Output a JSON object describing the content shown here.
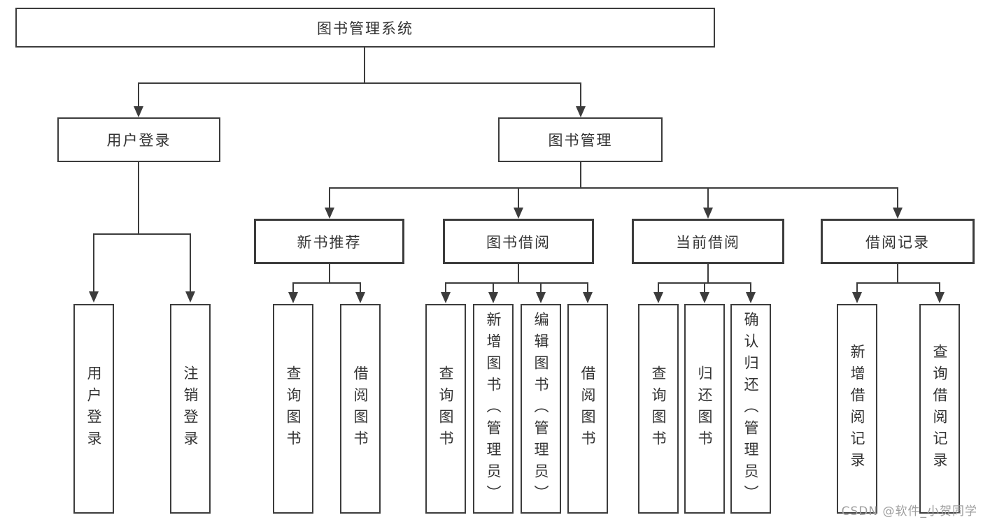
{
  "tree": {
    "root": {
      "label": "图书管理系统",
      "children": [
        {
          "label": "用户登录",
          "leaves": [
            "用户登录",
            "注销登录"
          ]
        },
        {
          "label": "图书管理",
          "children": [
            {
              "label": "新书推荐",
              "leaves": [
                "查询图书",
                "借阅图书"
              ]
            },
            {
              "label": "图书借阅",
              "leaves": [
                "查询图书",
                "新增图书（管理员）",
                "编辑图书（管理员）",
                "借阅图书"
              ]
            },
            {
              "label": "当前借阅",
              "leaves": [
                "查询图书",
                "归还图书",
                "确认归还（管理员）"
              ]
            },
            {
              "label": "借阅记录",
              "leaves": [
                "新增借阅记录",
                "查询借阅记录"
              ]
            }
          ]
        }
      ]
    }
  },
  "watermark": "CSDN @软件_小贺同学",
  "colors": {
    "line": "#3c3c3c",
    "text": "#333333",
    "watermark": "#9e9e9e",
    "background": "#ffffff"
  }
}
